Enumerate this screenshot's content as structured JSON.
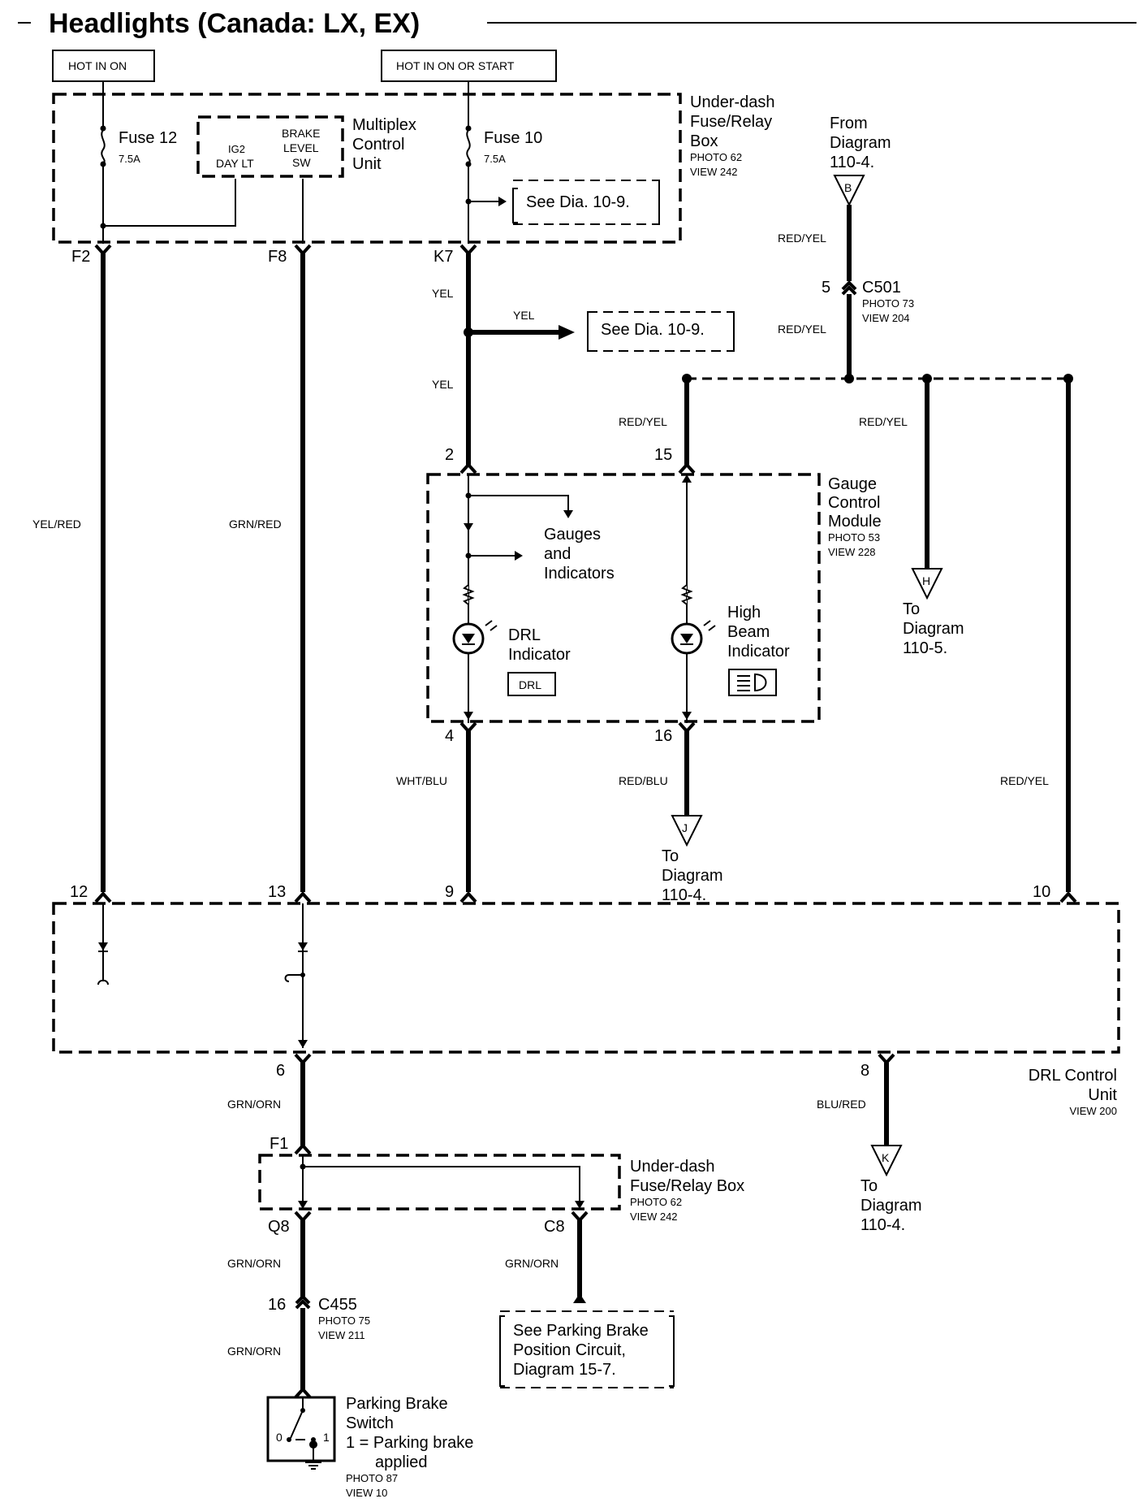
{
  "title": "Headlights (Canada: LX, EX)",
  "power": {
    "hot_in_on": "HOT IN ON",
    "hot_in_on_or_start": "HOT IN ON OR START"
  },
  "underdash_box_top": {
    "name_line1": "Under-dash",
    "name_line2": "Fuse/Relay",
    "name_line3": "Box",
    "photo": "PHOTO 62",
    "view": "VIEW 242",
    "fuse12": "Fuse 12",
    "fuse12_rating": "7.5A",
    "fuse10": "Fuse 10",
    "fuse10_rating": "7.5A",
    "see_dia": "See Dia. 10-9."
  },
  "multiplex": {
    "line1": "Multiplex",
    "line2": "Control",
    "line3": "Unit",
    "ig2": "IG2",
    "day_lt": "DAY LT",
    "brake": "BRAKE",
    "level": "LEVEL",
    "sw": "SW"
  },
  "terminals": {
    "f2": "F2",
    "f8": "F8",
    "k7": "K7",
    "g2": "2",
    "g15": "15",
    "g4": "4",
    "g16": "16",
    "d12": "12",
    "d13": "13",
    "d9": "9",
    "d10": "10",
    "d6": "6",
    "d8": "8",
    "f1": "F1",
    "q8": "Q8",
    "c8": "C8",
    "c455_pin": "16",
    "c501_pin": "5"
  },
  "wires": {
    "yel_red": "YEL/RED",
    "grn_red": "GRN/RED",
    "yel": "YEL",
    "red_yel": "RED/YEL",
    "wht_blu": "WHT/BLU",
    "red_blu": "RED/BLU",
    "grn_orn": "GRN/ORN",
    "blu_red": "BLU/RED"
  },
  "see_dia_mid": "See Dia. 10-9.",
  "from_diagram": {
    "line1": "From",
    "line2": "Diagram",
    "line3": "110-4.",
    "letter": "B"
  },
  "c501": {
    "name": "C501",
    "photo": "PHOTO 73",
    "view": "VIEW 204"
  },
  "gauge": {
    "line1": "Gauge",
    "line2": "Control",
    "line3": "Module",
    "photo": "PHOTO 53",
    "view": "VIEW 228",
    "gauges1": "Gauges",
    "gauges2": "and",
    "gauges3": "Indicators",
    "drl1": "DRL",
    "drl2": "Indicator",
    "drl_symbol": "DRL",
    "hb1": "High",
    "hb2": "Beam",
    "hb3": "Indicator"
  },
  "to_h": {
    "letter": "H",
    "line1": "To",
    "line2": "Diagram",
    "line3": "110-5."
  },
  "to_j": {
    "letter": "J",
    "line1": "To",
    "line2": "Diagram",
    "line3": "110-4."
  },
  "to_k": {
    "letter": "K",
    "line1": "To",
    "line2": "Diagram",
    "line3": "110-4."
  },
  "drl_unit": {
    "line1": "DRL Control",
    "line2": "Unit",
    "view": "VIEW 200"
  },
  "underdash_box_bottom": {
    "line1": "Under-dash",
    "line2": "Fuse/Relay Box",
    "photo": "PHOTO 62",
    "view": "VIEW 242"
  },
  "c455": {
    "name": "C455",
    "photo": "PHOTO 75",
    "view": "VIEW 211"
  },
  "parking_circuit": {
    "line1": "See Parking Brake",
    "line2": "Position Circuit,",
    "line3": "Diagram 15-7."
  },
  "parking_switch": {
    "line1": "Parking Brake",
    "line2": "Switch",
    "line3": "1 = Parking brake",
    "line4": "applied",
    "photo": "PHOTO 87",
    "view": "VIEW 10",
    "pos0": "0",
    "pos1": "1"
  }
}
